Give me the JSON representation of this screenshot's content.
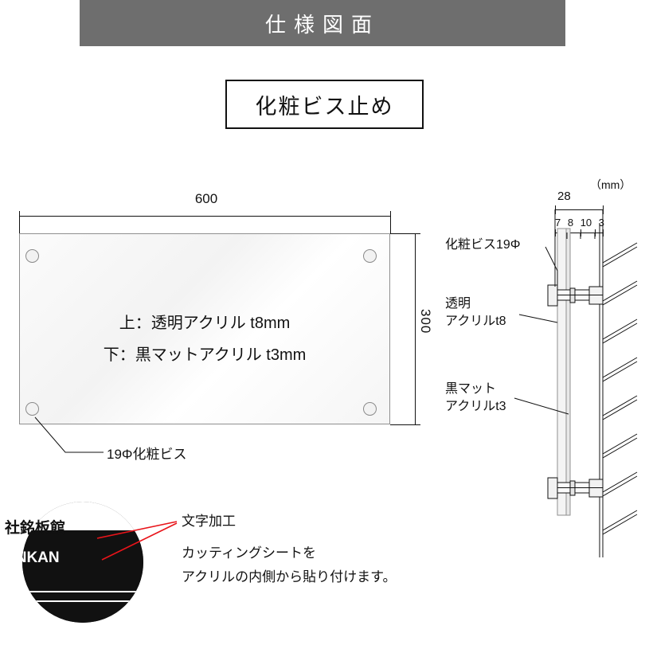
{
  "header": {
    "title": "仕様図面",
    "bg_color": "#6e6e6e",
    "text_color": "#ffffff"
  },
  "title_box": {
    "label": "化粧ビス止め"
  },
  "front_view": {
    "width_dimension": "600",
    "height_dimension": "300",
    "panel_text_line1": "上：透明アクリル t8mm",
    "panel_text_line2": "下：黒マットアクリル t3mm",
    "screw_callout": "19Φ化粧ビス",
    "screw_count": 4
  },
  "side_view": {
    "unit_label": "（mm）",
    "total_thickness": "28",
    "sub_dimensions": [
      "7",
      "8",
      "10",
      "3"
    ],
    "callouts": {
      "screw": "化粧ビス19Φ",
      "clear_acrylic": "透明\nアクリルt8",
      "black_acrylic": "黒マット\nアクリルt3"
    }
  },
  "detail": {
    "sample_text_top": "社銘板館",
    "sample_text_bottom": "ANKAN",
    "callout_label": "文字加工",
    "note_line1": "カッティングシートを",
    "note_line2": "アクリルの内側から貼り付けます。",
    "leader_color": "#e8141a"
  }
}
